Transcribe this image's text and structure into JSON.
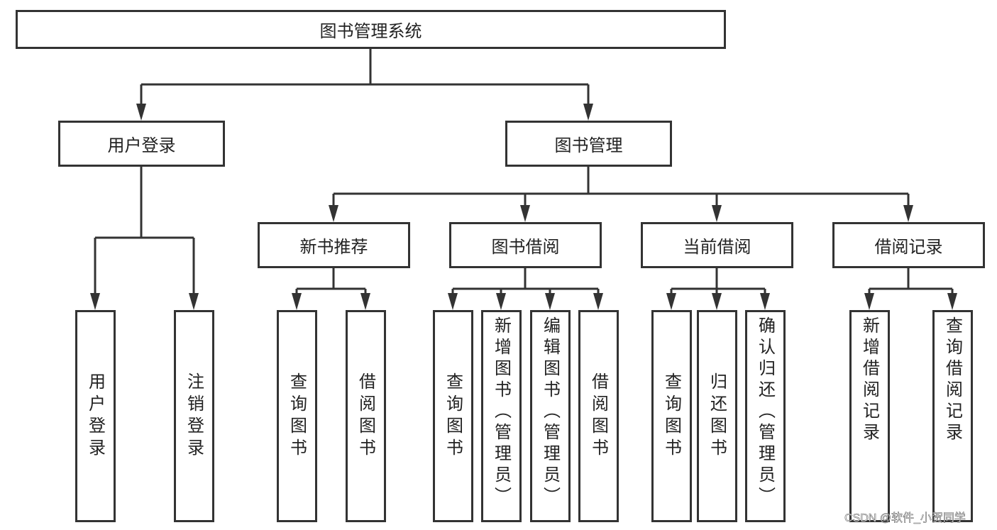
{
  "root": {
    "label": "图书管理系统"
  },
  "level1": [
    {
      "label": "用户登录",
      "children": [
        "用户登录",
        "注销登录"
      ]
    },
    {
      "label": "图书管理"
    }
  ],
  "level2": [
    {
      "label": "新书推荐",
      "children": [
        "查询图书",
        "借阅图书"
      ]
    },
    {
      "label": "图书借阅",
      "children": [
        "查询图书",
        "新增图书（管理员）",
        "编辑图书（管理员）",
        "借阅图书"
      ]
    },
    {
      "label": "当前借阅",
      "children": [
        "查询图书",
        "归还图书",
        "确认归还（管理员）"
      ]
    },
    {
      "label": "借阅记录",
      "children": [
        "新增借阅记录",
        "查询借阅记录"
      ]
    }
  ],
  "colors": {
    "line": "#333333",
    "border": "#333333"
  },
  "watermark": "CSDN @软件_小贺同学"
}
